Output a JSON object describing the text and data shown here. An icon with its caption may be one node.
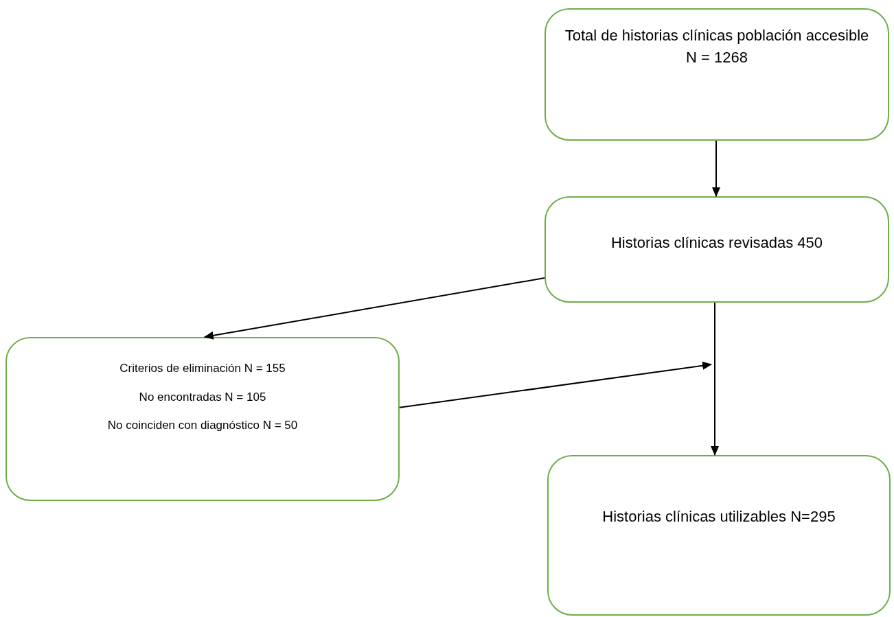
{
  "diagram": {
    "nodes": [
      {
        "text": [
          "Total de historias clínicas población accesible N = 1268"
        ]
      },
      {
        "text": [
          "Historias clínicas revisadas 450"
        ]
      },
      {
        "text": [
          "Criterios de eliminación N = 155",
          "No encontradas N = 105",
          "No coinciden con diagnóstico N = 50"
        ]
      },
      {
        "text": [
          "Historias clínicas utilizables N=295"
        ]
      }
    ],
    "edges": [
      {
        "from": 0,
        "to": 1,
        "arrow": "to"
      },
      {
        "from": 1,
        "to": 2,
        "arrow": "to"
      },
      {
        "from": 1,
        "to": 3,
        "arrow": "to"
      },
      {
        "from": 2,
        "to": null,
        "arrow": "to"
      }
    ]
  }
}
